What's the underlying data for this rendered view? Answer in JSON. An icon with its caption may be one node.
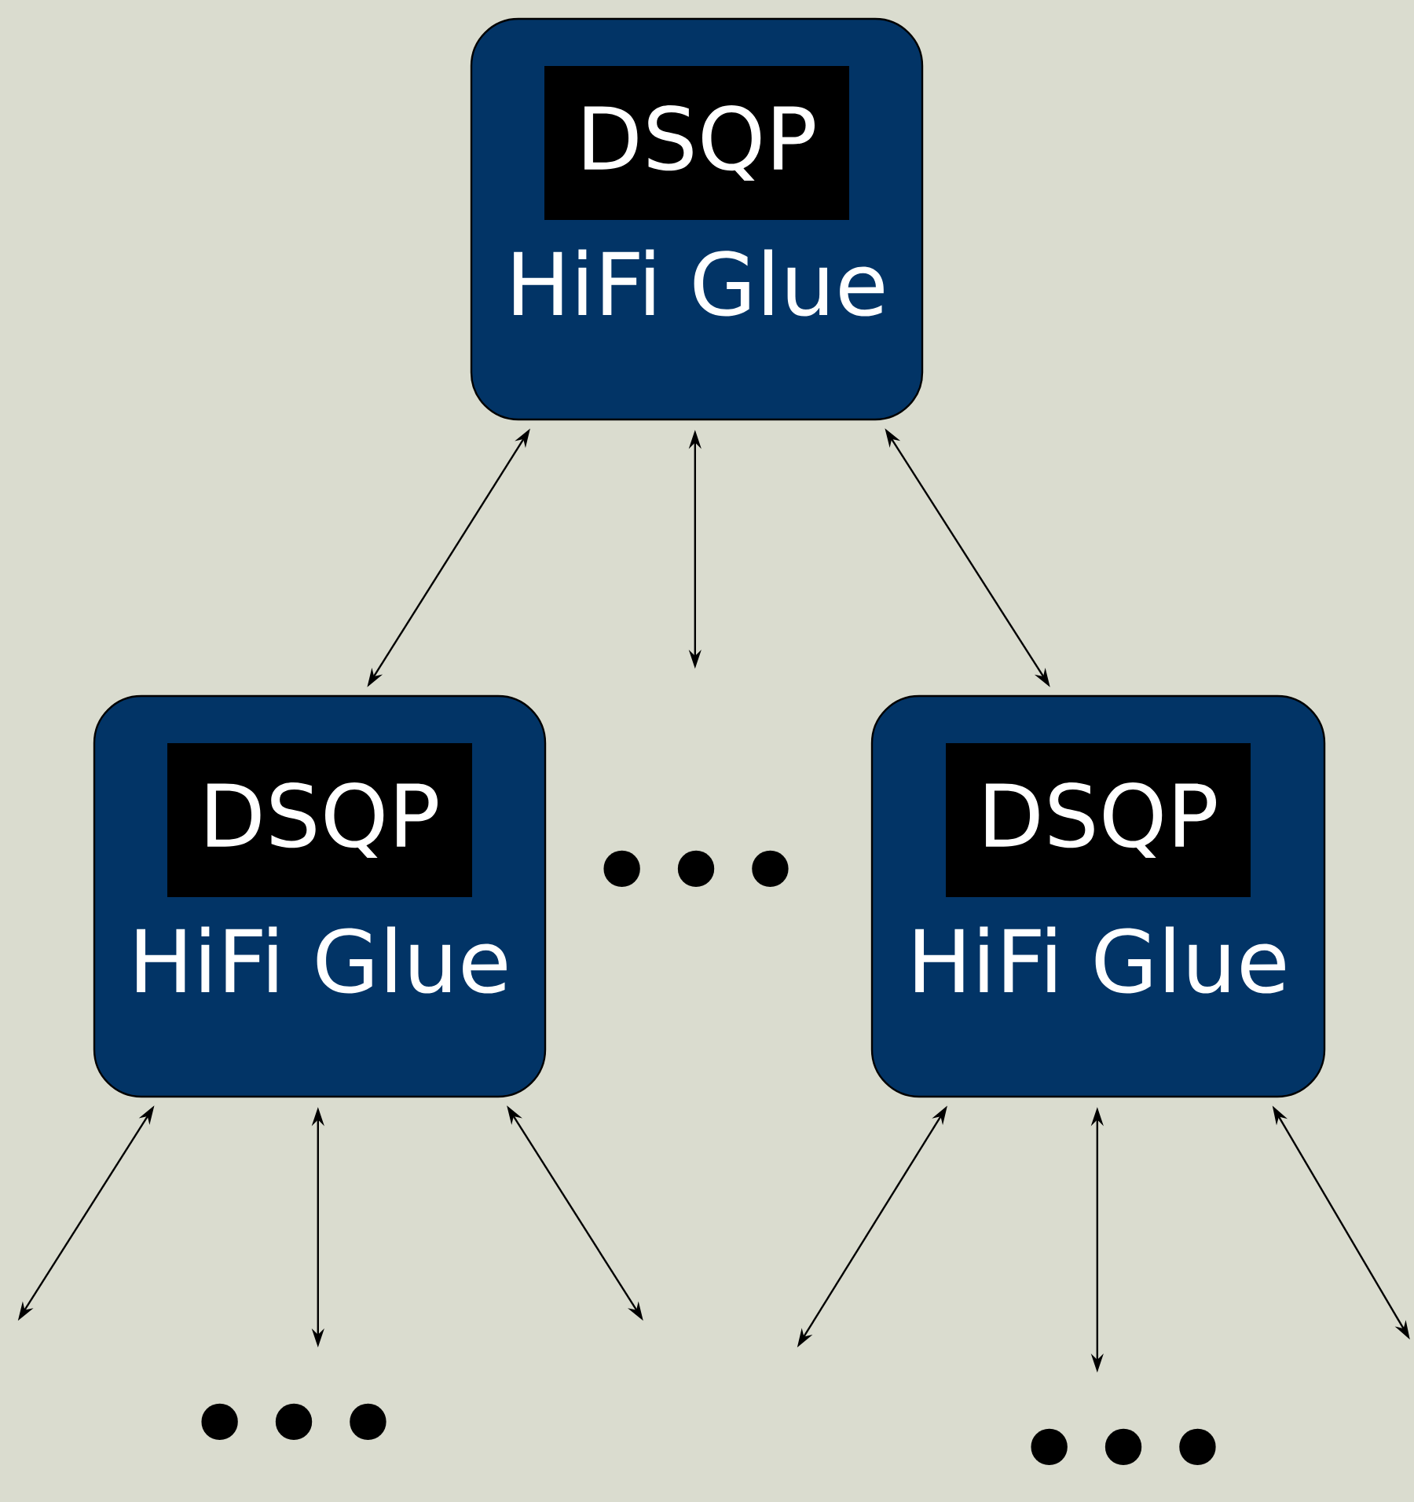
{
  "diagram": {
    "nodes": [
      {
        "text": [
          "DSQP",
          "HiFi Glue"
        ]
      },
      {
        "text": [
          "DSQP",
          "HiFi Glue"
        ]
      },
      {
        "text": [
          "DSQP",
          "HiFi Glue"
        ]
      }
    ],
    "edges": [
      {
        "from": 0,
        "to": 1,
        "arrow": "both"
      },
      {
        "from": 0,
        "to": null,
        "arrow": "both"
      },
      {
        "from": 0,
        "to": 2,
        "arrow": "both"
      },
      {
        "from": 1,
        "to": null,
        "arrow": "both"
      },
      {
        "from": 1,
        "to": null,
        "arrow": "both"
      },
      {
        "from": 1,
        "to": null,
        "arrow": "both"
      },
      {
        "from": 2,
        "to": null,
        "arrow": "both"
      },
      {
        "from": 2,
        "to": null,
        "arrow": "both"
      },
      {
        "from": 2,
        "to": null,
        "arrow": "both"
      }
    ],
    "labels": [
      "•••",
      "•••",
      "•••"
    ]
  }
}
